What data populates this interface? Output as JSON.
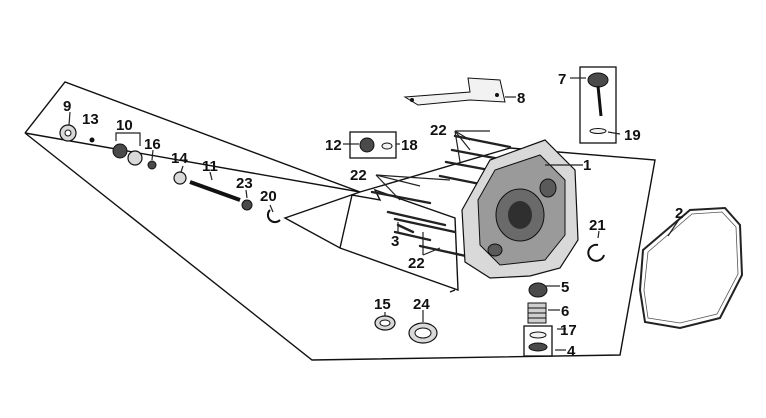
{
  "callouts": [
    {
      "id": "c1",
      "text": "1"
    },
    {
      "id": "c2",
      "text": "2"
    },
    {
      "id": "c3",
      "text": "3"
    },
    {
      "id": "c4",
      "text": "4"
    },
    {
      "id": "c5",
      "text": "5"
    },
    {
      "id": "c6",
      "text": "6"
    },
    {
      "id": "c7",
      "text": "7"
    },
    {
      "id": "c8",
      "text": "8"
    },
    {
      "id": "c9",
      "text": "9"
    },
    {
      "id": "c10",
      "text": "10"
    },
    {
      "id": "c11",
      "text": "11"
    },
    {
      "id": "c12",
      "text": "12"
    },
    {
      "id": "c13",
      "text": "13"
    },
    {
      "id": "c14",
      "text": "14"
    },
    {
      "id": "c15",
      "text": "15"
    },
    {
      "id": "c16",
      "text": "16"
    },
    {
      "id": "c17",
      "text": "17"
    },
    {
      "id": "c18",
      "text": "18"
    },
    {
      "id": "c19",
      "text": "19"
    },
    {
      "id": "c20",
      "text": "20"
    },
    {
      "id": "c21",
      "text": "21"
    },
    {
      "id": "c22a",
      "text": "22"
    },
    {
      "id": "c22b",
      "text": "22"
    },
    {
      "id": "c22c",
      "text": "22"
    },
    {
      "id": "c23",
      "text": "23"
    },
    {
      "id": "c24",
      "text": "24"
    }
  ]
}
